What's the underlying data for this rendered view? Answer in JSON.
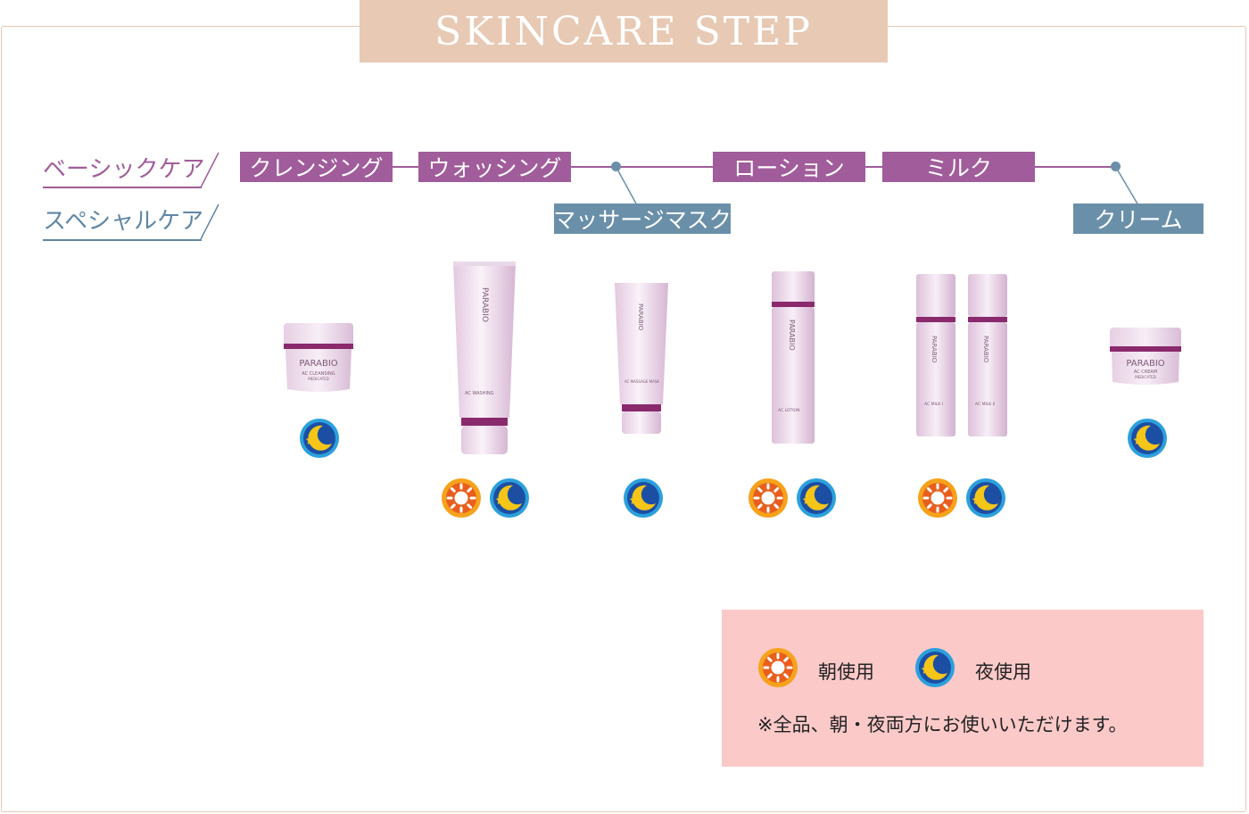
{
  "title": "SKINCARE STEP",
  "categories": {
    "basic": "ベーシックケア",
    "special": "スペシャルケア"
  },
  "steps": {
    "cleansing": "クレンジング",
    "washing": "ウォッシング",
    "massage_mask": "マッサージマスク",
    "lotion": "ローション",
    "milk": "ミルク",
    "cream": "クリーム"
  },
  "products": {
    "cleansing": {
      "brand": "PARABIO",
      "name": "AC CLEANSING",
      "sub": "MEDICATED"
    },
    "washing": {
      "brand": "PARABIO",
      "name": "AC WASHING"
    },
    "massage_mask": {
      "brand": "PARABIO",
      "name": "AC MASSAGE MASK"
    },
    "lotion": {
      "brand": "PARABIO",
      "name": "AC LOTION"
    },
    "milk1": {
      "brand": "PARABIO",
      "name": "AC MILK I"
    },
    "milk2": {
      "brand": "PARABIO",
      "name": "AC MILK II"
    },
    "cream": {
      "brand": "PARABIO",
      "name": "AC CREAM",
      "sub": "MEDICATED"
    }
  },
  "icons": {
    "morning": "sun-icon",
    "night": "moon-icon"
  },
  "legend": {
    "morning_label": "朝使用",
    "night_label": "夜使用",
    "note": "※全品、朝・夜両方にお使いいただけます。"
  },
  "colors": {
    "frame": "#e8c9b4",
    "basic": "#a15c9b",
    "special": "#6a8fa9",
    "legend_bg": "#fcc9c9",
    "sun": "#e8701e",
    "moon": "#1f5fb0"
  }
}
